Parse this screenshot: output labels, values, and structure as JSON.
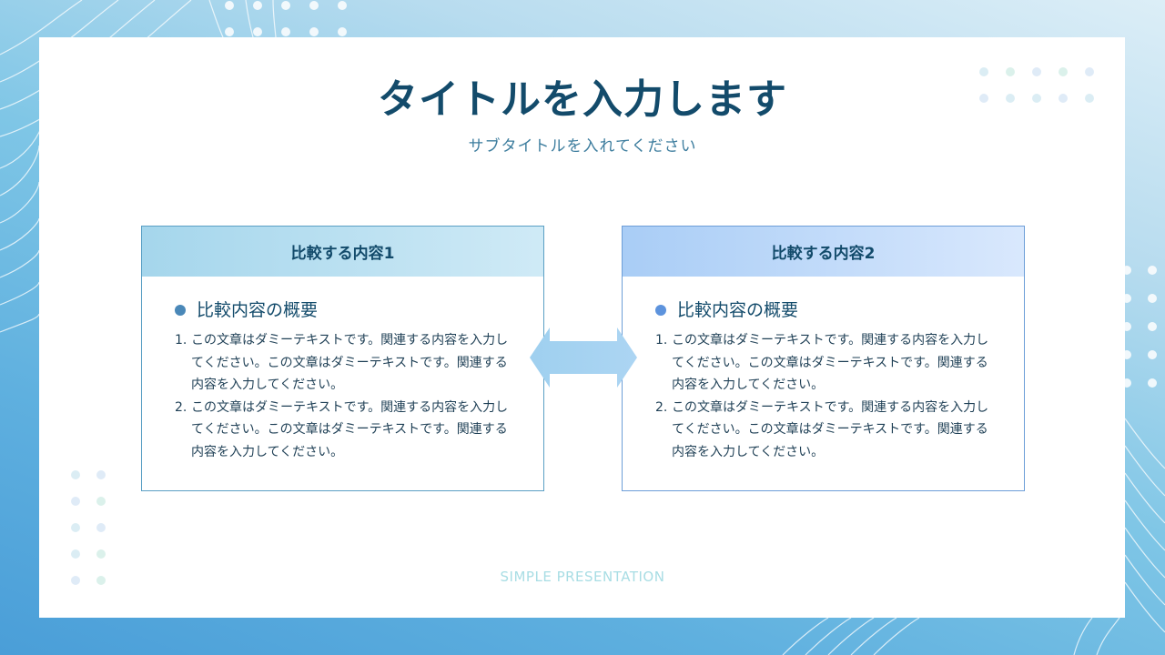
{
  "slide": {
    "title": "タイトルを入力します",
    "subtitle": "サブタイトルを入れてください",
    "footer": "SIMPLE PRESENTATION"
  },
  "comparison": [
    {
      "heading": "比較する内容1",
      "overview": "比較内容の概要",
      "items": [
        {
          "num": "1.",
          "text": "この文章はダミーテキストです。関連する内容を入力してください。この文章はダミーテキストです。関連する内容を入力してください。"
        },
        {
          "num": "2.",
          "text": "この文章はダミーテキストです。関連する内容を入力してください。この文章はダミーテキストです。関連する内容を入力してください。"
        }
      ]
    },
    {
      "heading": "比較する内容2",
      "overview": "比較内容の概要",
      "items": [
        {
          "num": "1.",
          "text": "この文章はダミーテキストです。関連する内容を入力してください。この文章はダミーテキストです。関連する内容を入力してください。"
        },
        {
          "num": "2.",
          "text": "この文章はダミーテキストです。関連する内容を入力してください。この文章はダミーテキストです。関連する内容を入力してください。"
        }
      ]
    }
  ],
  "icons": {
    "center_arrow": "double-headed-arrow-icon",
    "bullet": "circle-bullet-icon"
  },
  "colors": {
    "title": "#134b6b",
    "subtitle": "#3d7d9e",
    "box1_bullet": "#4a88b8",
    "box2_bullet": "#5d93dd",
    "arrow": "#a6d3f1",
    "footer": "#a8dde4"
  }
}
